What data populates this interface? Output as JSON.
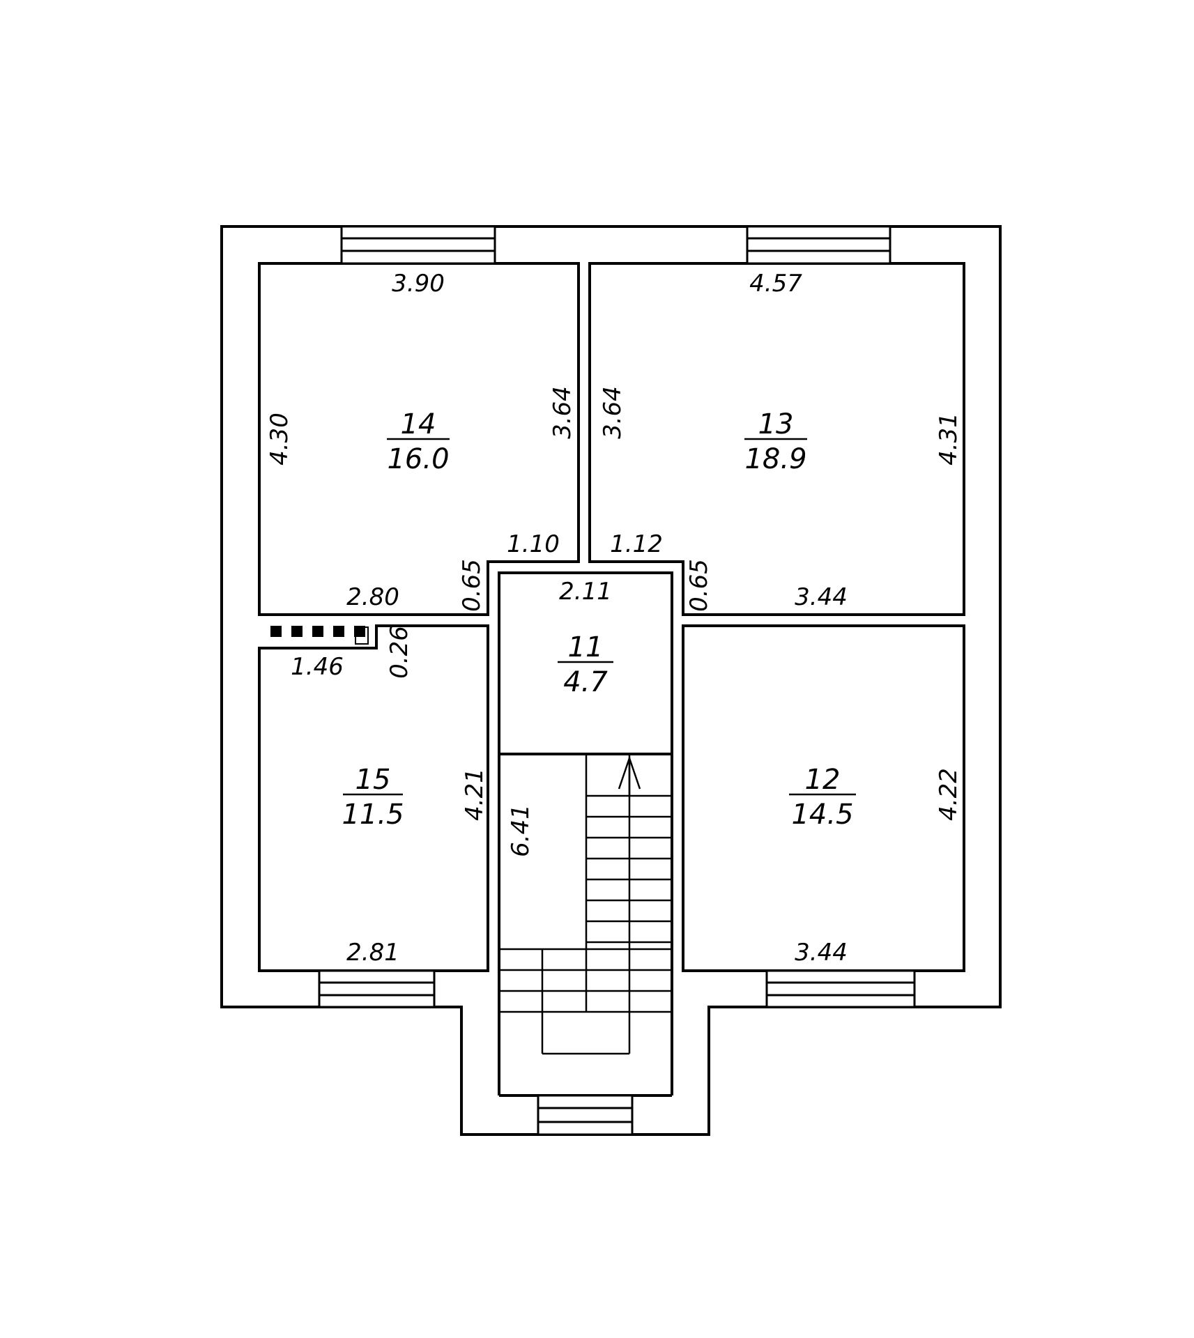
{
  "rooms": [
    {
      "id": "14",
      "number": "14",
      "area": "16.0"
    },
    {
      "id": "13",
      "number": "13",
      "area": "18.9"
    },
    {
      "id": "11",
      "number": "11",
      "area": "4.7"
    },
    {
      "id": "15",
      "number": "15",
      "area": "11.5"
    },
    {
      "id": "12",
      "number": "12",
      "area": "14.5"
    }
  ],
  "dimensions": {
    "r14_top": "3.90",
    "r14_left": "4.30",
    "r14_right": "3.64",
    "r14_bottom": "2.80",
    "r14_step": "0.65",
    "r13_top": "4.57",
    "r13_left": "3.64",
    "r13_right": "4.31",
    "r13_bottom": "3.44",
    "r13_step": "0.65",
    "hall_left_top": "1.10",
    "hall_right_top": "1.12",
    "hall_width": "2.11",
    "r15_top": "1.46",
    "r15_notch": "0.26",
    "r15_right": "4.21",
    "r15_bottom": "2.81",
    "stair_length": "6.41",
    "r12_right": "4.22",
    "r12_bottom": "3.44"
  }
}
